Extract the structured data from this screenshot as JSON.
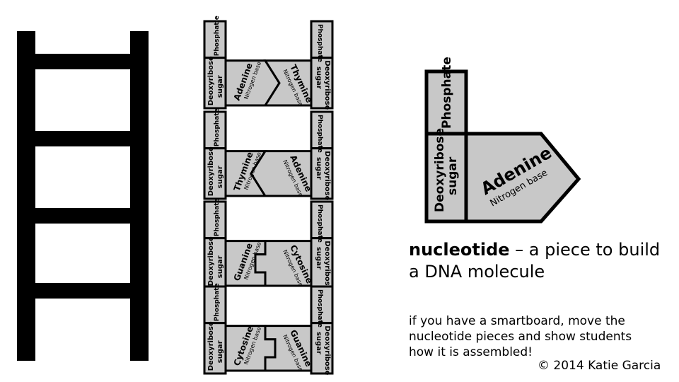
{
  "ladder": {
    "rungs": 4
  },
  "strip": {
    "pairs": [
      {
        "left_base": "Adenine",
        "right_base": "Thymine"
      },
      {
        "left_base": "Thymine",
        "right_base": "Adenine"
      },
      {
        "left_base": "Guanine",
        "right_base": "Cytosine"
      },
      {
        "left_base": "Cytosine",
        "right_base": "Guanine"
      }
    ],
    "phosphate_label": "Phosphate",
    "phosphate_label_alt": "Phosphat e",
    "sugar_label_line1": "Deoxyribose",
    "sugar_label_line2": "sugar",
    "base_caption": "Nitrogen base"
  },
  "nucleotide": {
    "phosphate": "Phosphate",
    "sugar_line1": "Deoxyribose",
    "sugar_line2": "sugar",
    "base": "Adenine",
    "base_caption": "Nitrogen base"
  },
  "definition": {
    "term": "nucleotide",
    "rest": " – a piece to build a DNA molecule"
  },
  "note": "if you have a smartboard, move the nucleotide pieces and show students how it is assembled!",
  "credit": "© 2014 Katie Garcia",
  "colors": {
    "piece_fill": "#c8c8c8",
    "outline": "#000000"
  }
}
